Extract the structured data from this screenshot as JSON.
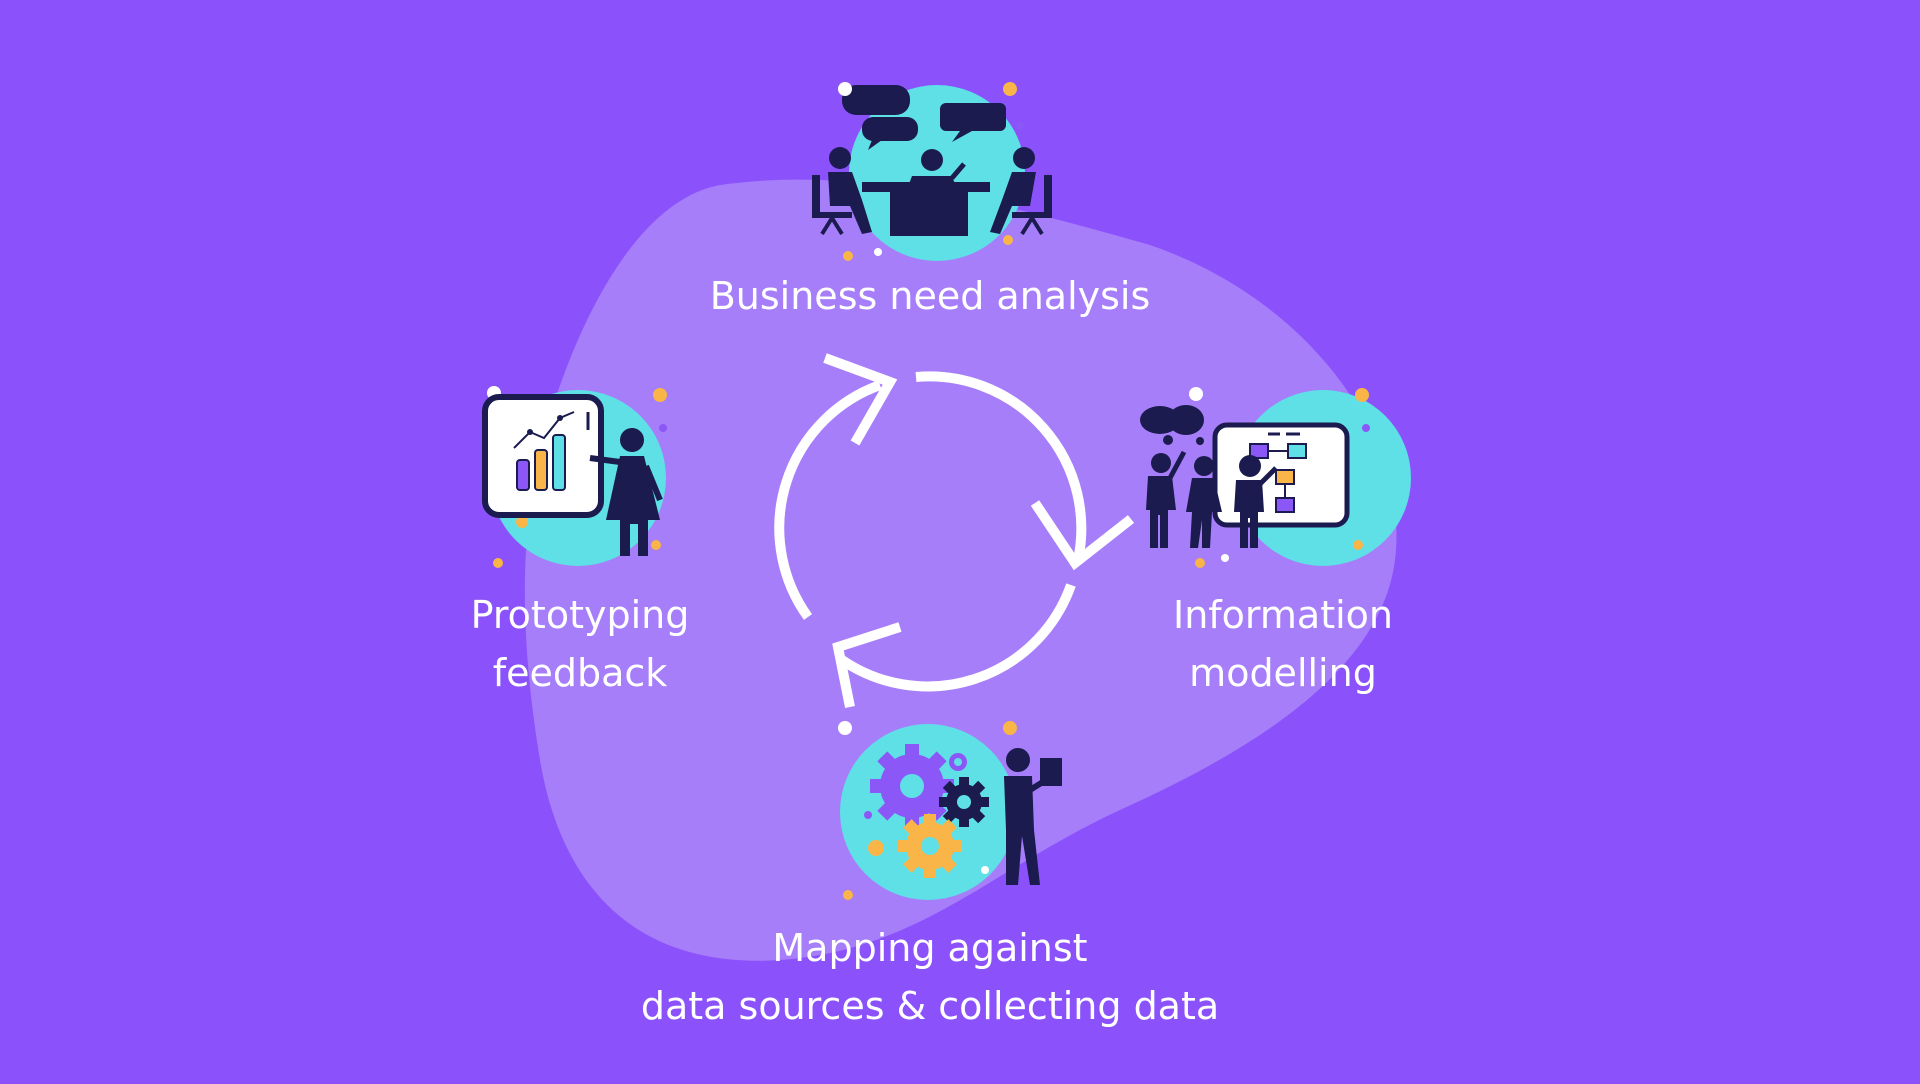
{
  "colors": {
    "background": "#8b52fc",
    "blob": "#a77ef9",
    "teal_circle": "#5ee0e6",
    "navy": "#1b1b4f",
    "accent_yellow": "#f9b548",
    "accent_purple": "#8c57f7",
    "white": "#ffffff"
  },
  "cycle": {
    "direction": "clockwise",
    "arrow_color": "#ffffff"
  },
  "stages": [
    {
      "id": "business",
      "lines": [
        "Business need analysis"
      ],
      "icon": "business-meeting-icon"
    },
    {
      "id": "information",
      "lines": [
        "Information",
        "modelling"
      ],
      "icon": "flowchart-board-icon"
    },
    {
      "id": "mapping",
      "lines": [
        "Mapping against",
        "data sources & collecting data"
      ],
      "icon": "gears-reader-icon"
    },
    {
      "id": "prototyping",
      "lines": [
        "Prototyping",
        "feedback"
      ],
      "icon": "chart-presentation-icon"
    }
  ]
}
